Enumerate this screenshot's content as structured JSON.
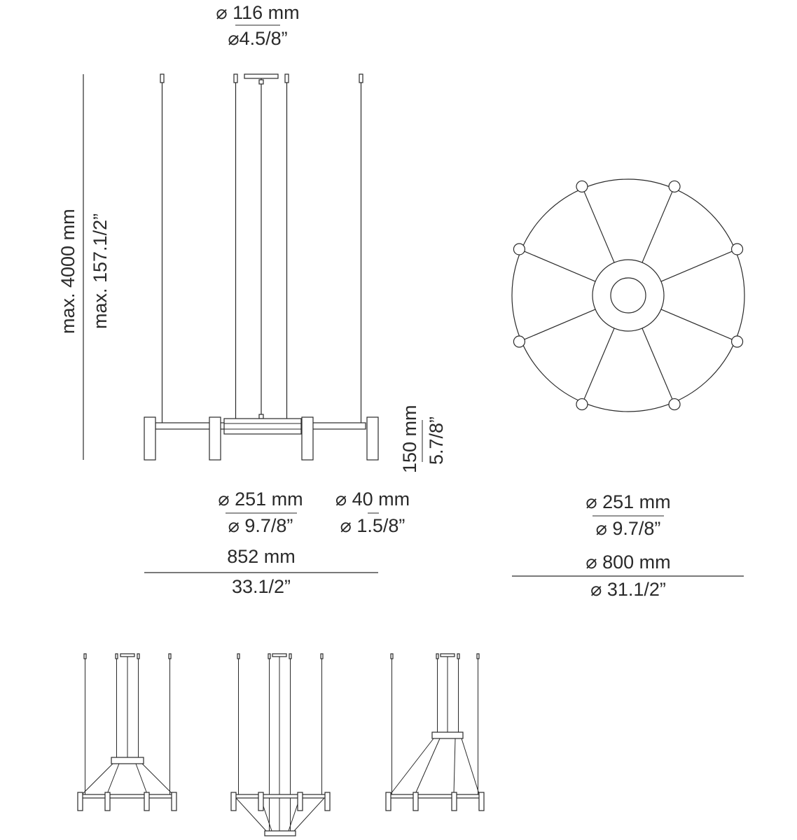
{
  "dimensions": {
    "canopy_mm": "⌀ 116 mm",
    "canopy_in": "⌀4.5/8”",
    "height_mm": "max. 4000 mm",
    "height_in": "max. 157.1/2”",
    "side_height_mm": "150 mm",
    "side_height_in": "5.7/8”",
    "hub_mm": "⌀ 251 mm",
    "hub_in": "⌀ 9.7/8”",
    "arm_mm": "⌀ 40 mm",
    "arm_in": "⌀ 1.5/8”",
    "width_mm": "852 mm",
    "width_in": "33.1/2”",
    "top_hub_mm": "⌀ 251 mm",
    "top_hub_in": "⌀ 9.7/8”",
    "top_outer_mm": "⌀ 800 mm",
    "top_outer_in": "⌀ 31.1/2”"
  },
  "views": {
    "front_view": "front-elevation",
    "top_view": "plan-view",
    "variants": [
      "hub-above-variant",
      "hub-below-variant",
      "hub-high-variant"
    ]
  }
}
